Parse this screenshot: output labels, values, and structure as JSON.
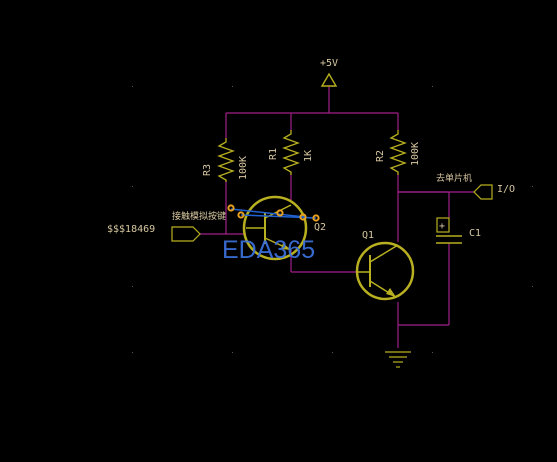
{
  "colors": {
    "background": "#000000",
    "wire": "#a0208a",
    "component": "#b8b020",
    "label": "#d8c8a0",
    "pin_dot": "#e8a020",
    "selection": "#2060d0",
    "watermark": "#3a6fd8"
  },
  "power": {
    "label": "+5V"
  },
  "resistors": [
    {
      "ref": "R3",
      "value": "100K"
    },
    {
      "ref": "R1",
      "value": "1K"
    },
    {
      "ref": "R2",
      "value": "100K"
    }
  ],
  "transistors": [
    {
      "ref": "Q2"
    },
    {
      "ref": "Q1"
    }
  ],
  "capacitor": {
    "ref": "C1",
    "polarity": "+"
  },
  "ports": {
    "input": {
      "label": "$$$18469",
      "net_label": "接触模拟按键"
    },
    "output": {
      "label": "I/O",
      "net_label": "去单片机"
    }
  },
  "watermark": "EDA365",
  "icons": [
    "ground-icon",
    "power-arrow-icon",
    "port-flag-icon"
  ]
}
